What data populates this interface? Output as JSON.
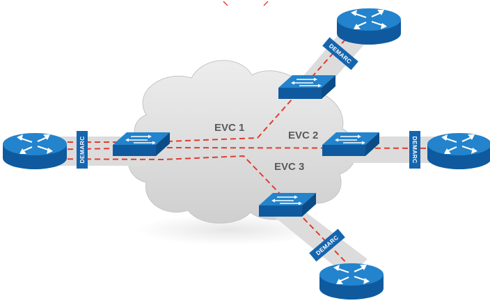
{
  "diagram": {
    "evc_labels": [
      "EVC 1",
      "EVC 2",
      "EVC 3"
    ],
    "demarc_label": "DEMARC",
    "icons": {
      "router": "router-icon",
      "switch": "switch-icon",
      "cloud": "cloud-icon"
    },
    "colors": {
      "evc_line": "#e23b2e",
      "device_blue": "#1565ae",
      "device_top": "#2a86cf",
      "link_band": "#dcdcdc",
      "cloud_fill": "#d9d9d9",
      "label_gray": "#5a5a5a"
    }
  }
}
